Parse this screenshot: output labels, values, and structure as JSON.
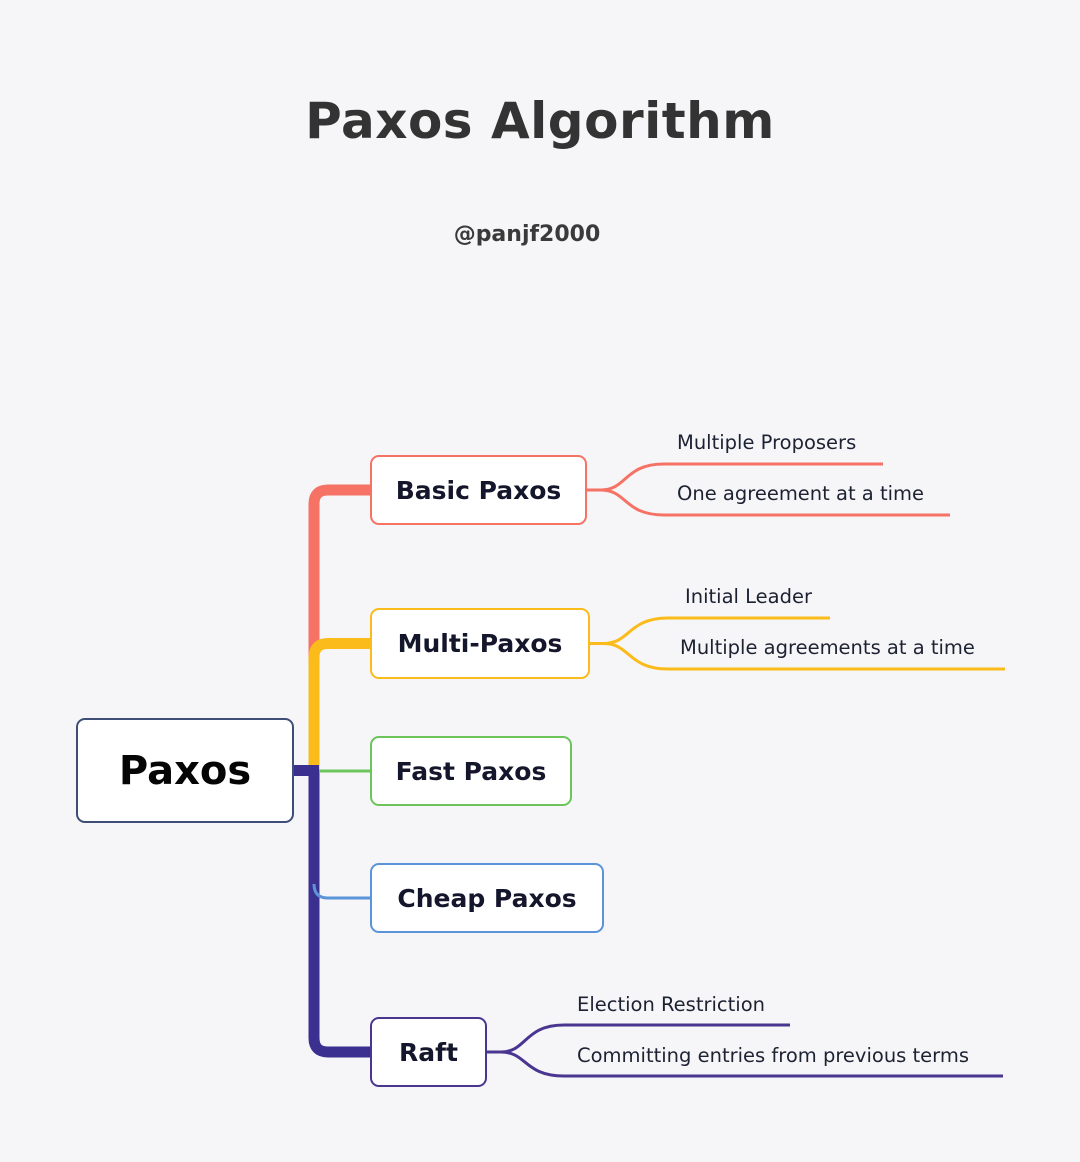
{
  "title": "Paxos Algorithm",
  "author": "@panjf2000",
  "root": {
    "label": "Paxos",
    "color": "#3f4e77"
  },
  "trunk_color": "#3b2f8f",
  "branches": [
    {
      "label": "Basic Paxos",
      "color": "#f57264",
      "children": [
        "Multiple Proposers",
        "One agreement at a time"
      ]
    },
    {
      "label": "Multi-Paxos",
      "color": "#fbbb1a",
      "children": [
        "Initial Leader",
        "Multiple agreements at a time"
      ]
    },
    {
      "label": "Fast Paxos",
      "color": "#6cc55a",
      "children": []
    },
    {
      "label": "Cheap Paxos",
      "color": "#5b94d8",
      "children": []
    },
    {
      "label": "Raft",
      "color": "#4a3590",
      "children": [
        "Election Restriction",
        "Committing entries from previous terms"
      ]
    }
  ]
}
